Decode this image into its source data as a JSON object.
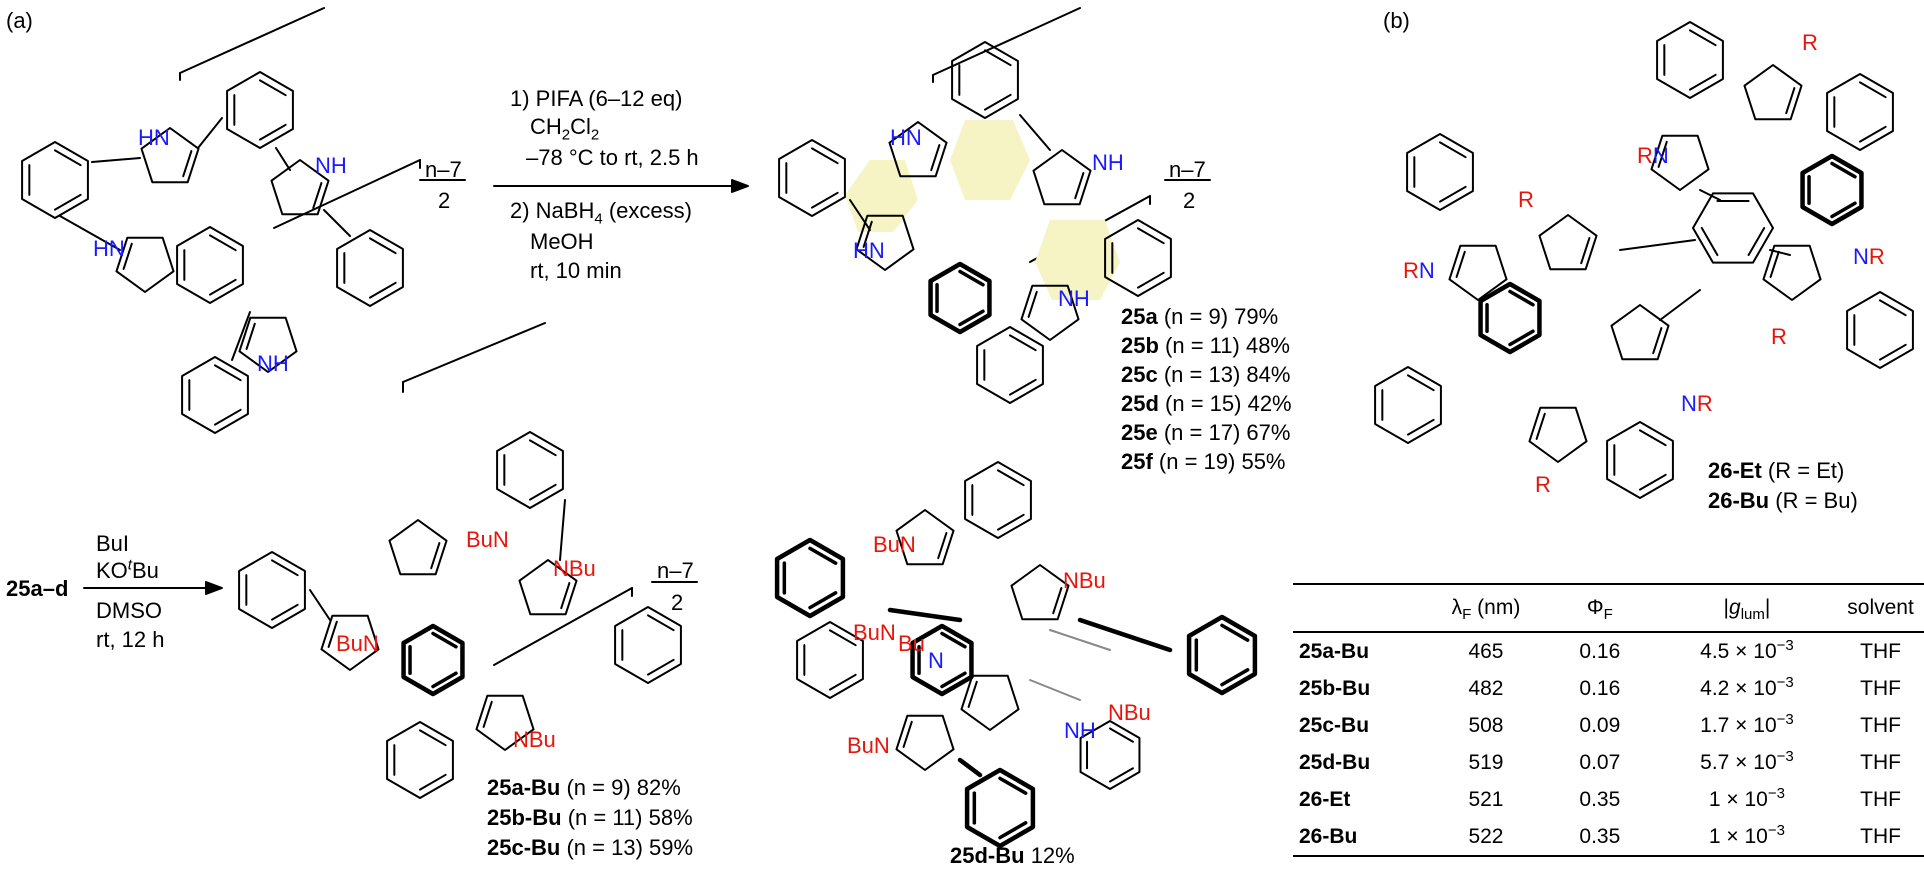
{
  "panels": {
    "a": "(a)",
    "b": "(b)"
  },
  "fraction": {
    "numerator": "n–7",
    "denominator": "2"
  },
  "step1": {
    "lines": [
      "1) PIFA (6–12 eq)",
      "CH2Cl2",
      "–78 °C to rt, 2.5 h",
      "2) NaBH4 (excess)",
      "MeOH",
      "rt, 10 min"
    ]
  },
  "step2": {
    "start": "25a–d",
    "lines": [
      "BuI",
      "KOtBu",
      "DMSO",
      "rt, 12 h"
    ]
  },
  "atoms": {
    "hn": "HN",
    "nh": "NH",
    "n": "N",
    "bu": "Bu",
    "bun": "BuN",
    "nbu": "NBu",
    "r": "R",
    "rn": "RN",
    "nr": "NR"
  },
  "products_25": [
    {
      "id": "25a",
      "cond": "(n = 9) 79%"
    },
    {
      "id": "25b",
      "cond": "(n = 11) 48%"
    },
    {
      "id": "25c",
      "cond": "(n = 13) 84%"
    },
    {
      "id": "25d",
      "cond": "(n = 15) 42%"
    },
    {
      "id": "25e",
      "cond": "(n = 17) 67%"
    },
    {
      "id": "25f",
      "cond": "(n = 19) 55%"
    }
  ],
  "products_bu": [
    {
      "id": "25a-Bu",
      "cond": "(n = 9) 82%"
    },
    {
      "id": "25b-Bu",
      "cond": "(n = 11) 58%"
    },
    {
      "id": "25c-Bu",
      "cond": "(n = 13) 59%"
    }
  ],
  "product_25d": {
    "id": "25d-Bu",
    "yield": "12%"
  },
  "products_26": [
    {
      "id": "26-Et",
      "cond": "(R = Et)"
    },
    {
      "id": "26-Bu",
      "cond": "(R = Bu)"
    }
  ],
  "table": {
    "headers": [
      "",
      "λF (nm)",
      "ΦF",
      "|glum|",
      "solvent"
    ],
    "rows": [
      {
        "compound": "25a-Bu",
        "lambda": "465",
        "phi": "0.16",
        "g": "4.5 × 10−3",
        "solvent": "THF"
      },
      {
        "compound": "25b-Bu",
        "lambda": "482",
        "phi": "0.16",
        "g": "4.2 × 10−3",
        "solvent": "THF"
      },
      {
        "compound": "25c-Bu",
        "lambda": "508",
        "phi": "0.09",
        "g": "1.7 × 10−3",
        "solvent": "THF"
      },
      {
        "compound": "25d-Bu",
        "lambda": "519",
        "phi": "0.07",
        "g": "5.7 × 10−3",
        "solvent": "THF"
      },
      {
        "compound": "26-Et",
        "lambda": "521",
        "phi": "0.35",
        "g": "1 × 10−3",
        "solvent": "THF"
      },
      {
        "compound": "26-Bu",
        "lambda": "522",
        "phi": "0.35",
        "g": "1 × 10−3",
        "solvent": "THF"
      }
    ]
  },
  "colors": {
    "nitrogen_nh": "#1a1aff",
    "nitrogen_sub": "#e8150d",
    "fused_highlight": "#f6f3c4",
    "line": "#000000"
  }
}
